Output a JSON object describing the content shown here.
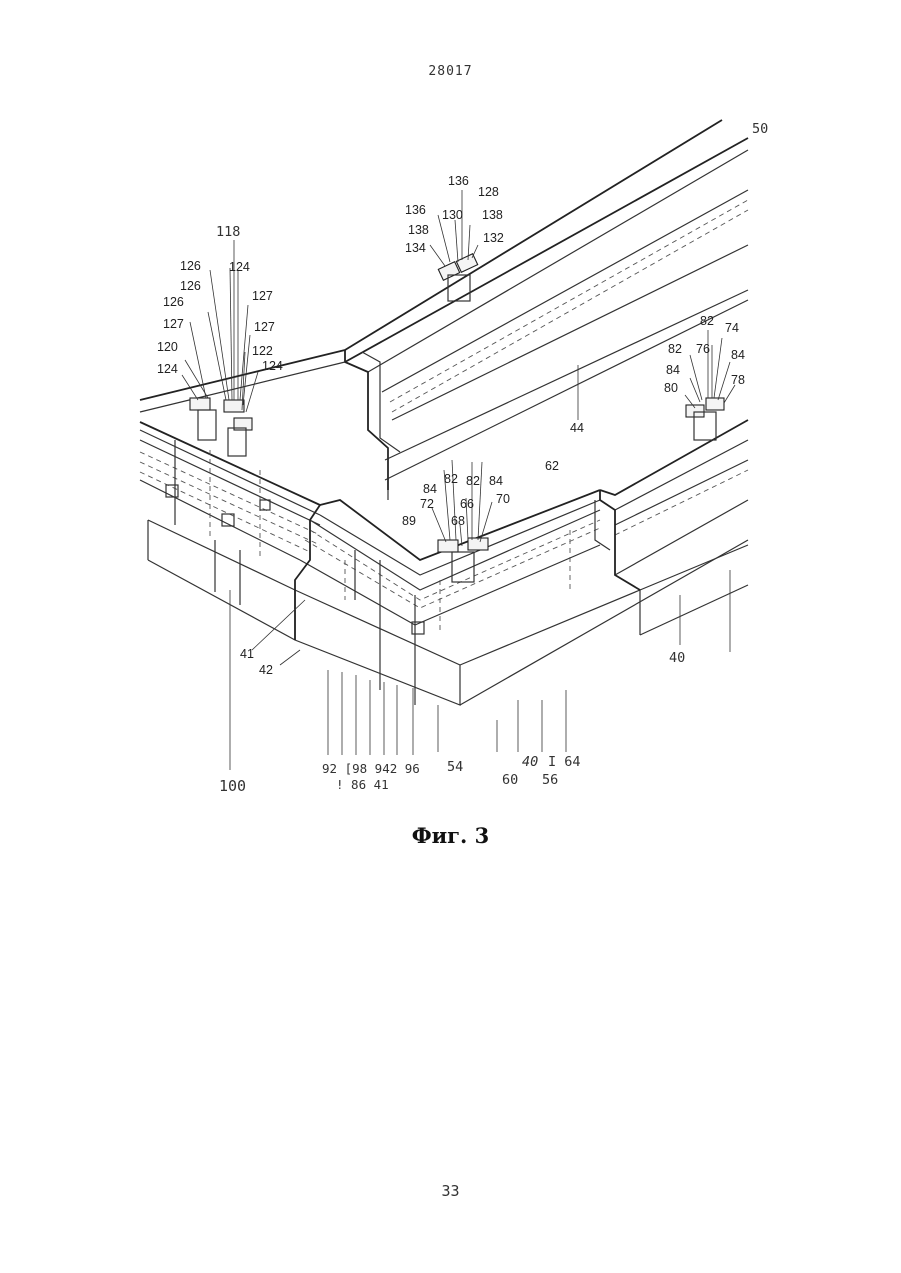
{
  "header": {
    "document_number": "28017"
  },
  "figure": {
    "caption": "Фиг. 3",
    "labels": {
      "l50": "50",
      "l118": "118",
      "l136a": "136",
      "l128": "128",
      "l136b": "136",
      "l130": "130",
      "l138a": "138",
      "l138b": "138",
      "l132": "132",
      "l134": "134",
      "l126a": "126",
      "l124a": "124",
      "l126b": "126",
      "l126c": "126",
      "l127a": "127",
      "l127b": "127",
      "l127c": "127",
      "l120": "120",
      "l122": "122",
      "l124b": "124",
      "l124c": "124",
      "l82a": "82",
      "l74": "74",
      "l82b": "82",
      "l76": "76",
      "l84a": "84",
      "l84b": "84",
      "l78": "78",
      "l80": "80",
      "l44": "44",
      "l62": "62",
      "l84c": "84",
      "l82c": "82",
      "l82d": "82",
      "l84d": "84",
      "l72": "72",
      "l66": "66",
      "l70": "70",
      "l68": "68",
      "l89": "89",
      "l41": "41",
      "l42": "42",
      "l40": "40",
      "b_92_98_942_96": "92 [98 942 96",
      "b_86_41": "! 86 41",
      "b_54": "54",
      "b_40": "40",
      "b_I_64": "I 64",
      "b_60": "60",
      "b_56": "56",
      "b_100": "100"
    }
  },
  "footer": {
    "page_number": "33"
  }
}
